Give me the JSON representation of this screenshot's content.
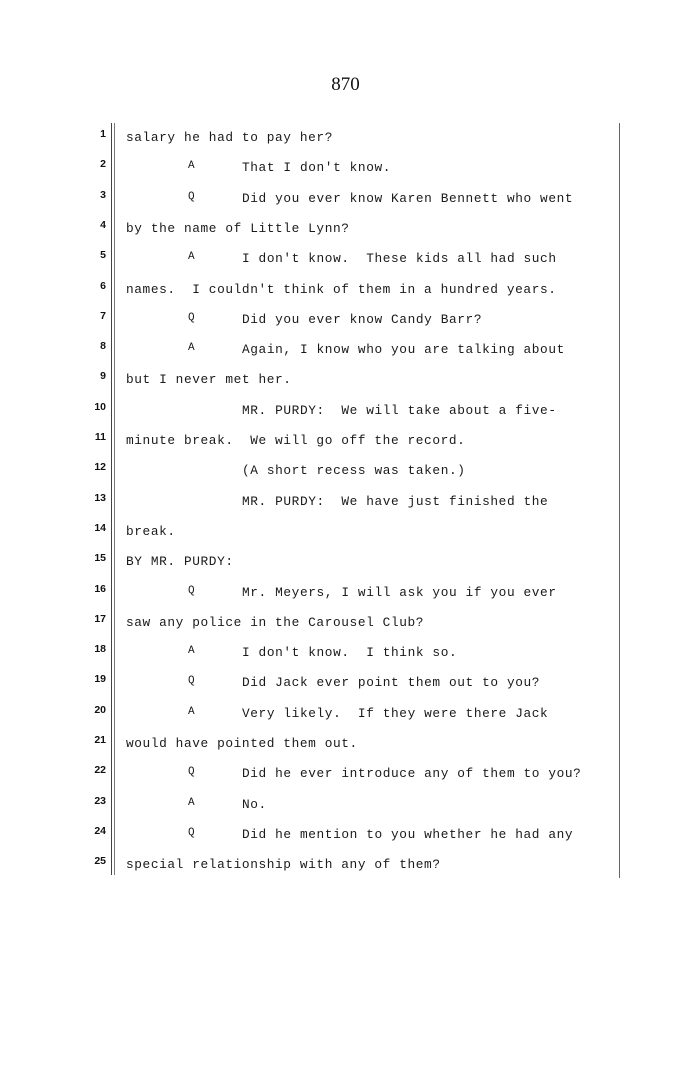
{
  "page_number": "870",
  "lines": [
    {
      "n": "1",
      "label": "",
      "text": "salary he had to pay her?",
      "style": "cont"
    },
    {
      "n": "2",
      "label": "A",
      "text": "That I don't know.",
      "style": "qa"
    },
    {
      "n": "3",
      "label": "Q",
      "text": "Did you ever know Karen Bennett who went",
      "style": "qa"
    },
    {
      "n": "4",
      "label": "",
      "text": "by the name of Little Lynn?",
      "style": "cont"
    },
    {
      "n": "5",
      "label": "A",
      "text": "I don't know.  These kids all had such",
      "style": "qa"
    },
    {
      "n": "6",
      "label": "",
      "text": "names.  I couldn't think of them in a hundred years.",
      "style": "cont"
    },
    {
      "n": "7",
      "label": "Q",
      "text": "Did you ever know Candy Barr?",
      "style": "qa"
    },
    {
      "n": "8",
      "label": "A",
      "text": "Again, I know who you are talking about",
      "style": "qa"
    },
    {
      "n": "9",
      "label": "",
      "text": "but I never met her.",
      "style": "cont"
    },
    {
      "n": "10",
      "label": "",
      "text": "MR. PURDY:  We will take about a five-",
      "style": "colloquy"
    },
    {
      "n": "11",
      "label": "",
      "text": "minute break.  We will go off the record.",
      "style": "cont"
    },
    {
      "n": "12",
      "label": "",
      "text": "(A short recess was taken.)",
      "style": "colloquy"
    },
    {
      "n": "13",
      "label": "",
      "text": "MR. PURDY:  We have just finished the",
      "style": "colloquy"
    },
    {
      "n": "14",
      "label": "",
      "text": "break.",
      "style": "cont"
    },
    {
      "n": "15",
      "label": "",
      "text": "BY MR. PURDY:",
      "style": "cont"
    },
    {
      "n": "16",
      "label": "Q",
      "text": "Mr. Meyers, I will ask you if you ever",
      "style": "qa"
    },
    {
      "n": "17",
      "label": "",
      "text": "saw any police in the Carousel Club?",
      "style": "cont"
    },
    {
      "n": "18",
      "label": "A",
      "text": "I don't know.  I think so.",
      "style": "qa"
    },
    {
      "n": "19",
      "label": "Q",
      "text": "Did Jack ever point them out to you?",
      "style": "qa"
    },
    {
      "n": "20",
      "label": "A",
      "text": "Very likely.  If they were there Jack",
      "style": "qa"
    },
    {
      "n": "21",
      "label": "",
      "text": "would have pointed them out.",
      "style": "cont"
    },
    {
      "n": "22",
      "label": "Q",
      "text": "Did he ever introduce any of them to you?",
      "style": "qa"
    },
    {
      "n": "23",
      "label": "A",
      "text": "No.",
      "style": "qa"
    },
    {
      "n": "24",
      "label": "Q",
      "text": "Did he mention to you whether he had any",
      "style": "qa"
    },
    {
      "n": "25",
      "label": "",
      "text": "special relationship with any of them?",
      "style": "cont"
    }
  ]
}
